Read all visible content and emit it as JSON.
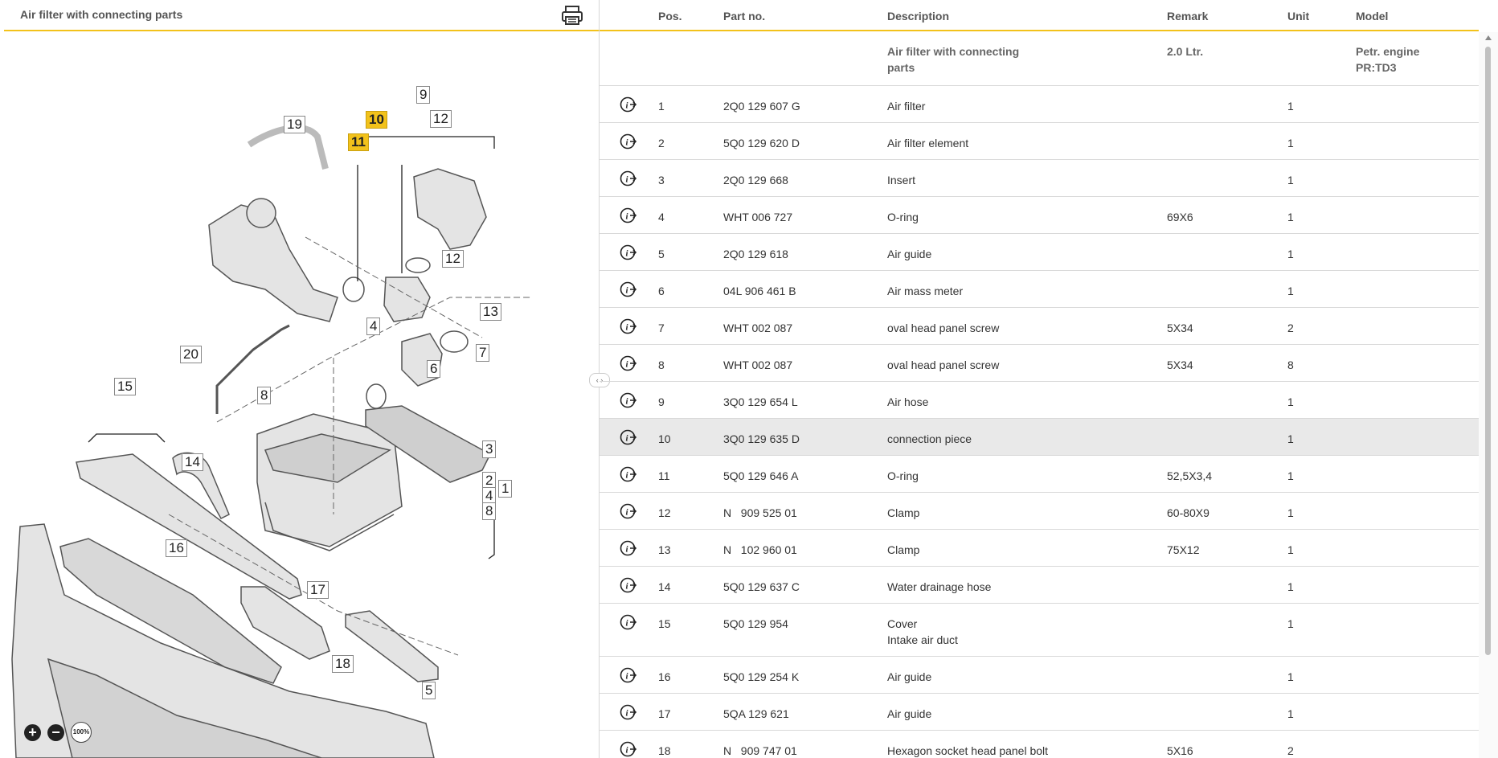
{
  "diagram": {
    "title": "Air filter with connecting parts",
    "callouts": [
      "19",
      "10",
      "11",
      "9",
      "12",
      "12",
      "13",
      "7",
      "6",
      "4",
      "20",
      "15",
      "8",
      "3",
      "2",
      "1",
      "4",
      "8",
      "14",
      "16",
      "17",
      "18",
      "5"
    ],
    "zoom_in": "+",
    "zoom_out": "−",
    "zoom_level": "100%"
  },
  "table": {
    "headers": {
      "pos": "Pos.",
      "part": "Part no.",
      "desc": "Description",
      "remark": "Remark",
      "unit": "Unit",
      "model": "Model"
    },
    "header_row": {
      "desc1": "Air filter with connecting",
      "desc2": "parts",
      "remark": "2.0 Ltr.",
      "model1": "Petr. engine",
      "model2": "PR:TD3"
    },
    "rows": [
      {
        "pos": "1",
        "part": "2Q0 129 607 G",
        "desc": "Air filter",
        "remark": "",
        "unit": "1"
      },
      {
        "pos": "2",
        "part": "5Q0 129 620 D",
        "desc": "Air filter element",
        "remark": "",
        "unit": "1"
      },
      {
        "pos": "3",
        "part": "2Q0 129 668",
        "desc": "Insert",
        "remark": "",
        "unit": "1"
      },
      {
        "pos": "4",
        "part": "WHT 006 727",
        "desc": "O-ring",
        "remark": "69X6",
        "unit": "1"
      },
      {
        "pos": "5",
        "part": "2Q0 129 618",
        "desc": "Air guide",
        "remark": "",
        "unit": "1"
      },
      {
        "pos": "6",
        "part": "04L 906 461 B",
        "desc": "Air mass meter",
        "remark": "",
        "unit": "1"
      },
      {
        "pos": "7",
        "part": "WHT 002 087",
        "desc": "oval head panel screw",
        "remark": "5X34",
        "unit": "2"
      },
      {
        "pos": "8",
        "part": "WHT 002 087",
        "desc": "oval head panel screw",
        "remark": "5X34",
        "unit": "8"
      },
      {
        "pos": "9",
        "part": "3Q0 129 654 L",
        "desc": "Air hose",
        "remark": "",
        "unit": "1"
      },
      {
        "pos": "10",
        "part": "3Q0 129 635 D",
        "desc": "connection piece",
        "remark": "",
        "unit": "1"
      },
      {
        "pos": "11",
        "part": "5Q0 129 646 A",
        "desc": "O-ring",
        "remark": "52,5X3,4",
        "unit": "1"
      },
      {
        "pos": "12",
        "part": "N   909 525 01",
        "desc": "Clamp",
        "remark": "60-80X9",
        "unit": "1"
      },
      {
        "pos": "13",
        "part": "N   102 960 01",
        "desc": "Clamp",
        "remark": "75X12",
        "unit": "1"
      },
      {
        "pos": "14",
        "part": "5Q0 129 637 C",
        "desc": "Water drainage hose",
        "remark": "",
        "unit": "1"
      },
      {
        "pos": "15",
        "part": "5Q0 129 954",
        "desc": "Cover",
        "desc2": "Intake air duct",
        "remark": "",
        "unit": "1"
      },
      {
        "pos": "16",
        "part": "5Q0 129 254 K",
        "desc": "Air guide",
        "remark": "",
        "unit": "1"
      },
      {
        "pos": "17",
        "part": "5QA 129 621",
        "desc": "Air guide",
        "remark": "",
        "unit": "1"
      },
      {
        "pos": "18",
        "part": "N   909 747 01",
        "desc": "Hexagon socket head panel bolt",
        "remark": "5X16",
        "unit": "2"
      }
    ]
  },
  "colors": {
    "accent": "#f3c21b",
    "selected_row": "#e9e9e9"
  }
}
